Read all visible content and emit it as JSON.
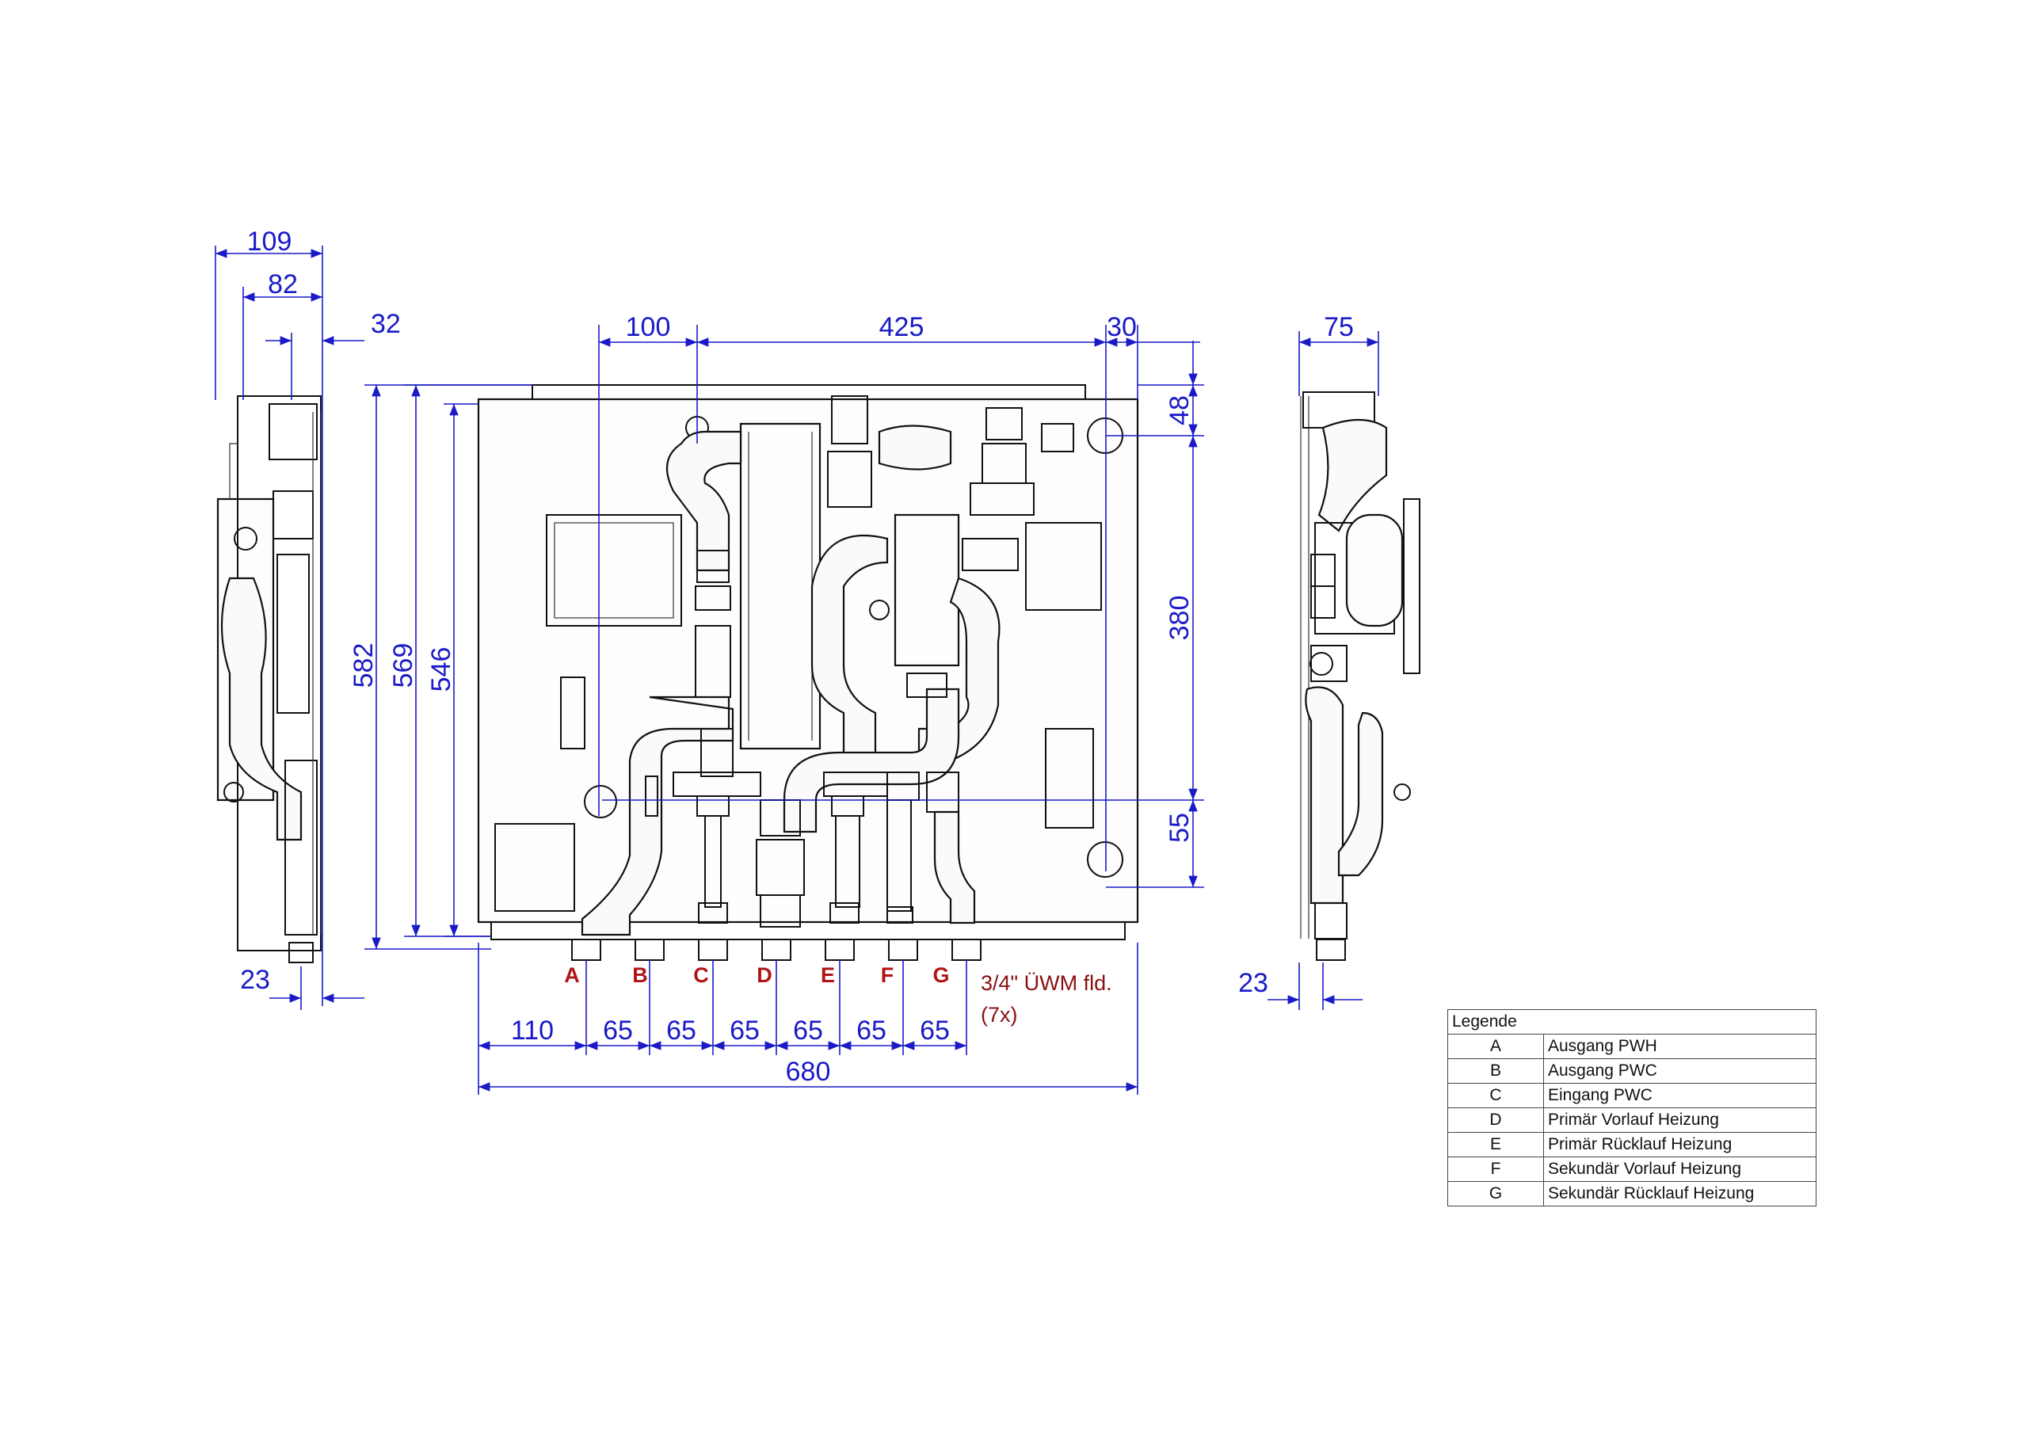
{
  "dimensions": {
    "left_view": {
      "width_total": "109",
      "width_inner": "82",
      "offset_right": "32",
      "bottom_offset": "23"
    },
    "front_view": {
      "top": [
        "100",
        "425",
        "30"
      ],
      "heights": [
        "582",
        "569",
        "546"
      ],
      "right": [
        "48",
        "380",
        "55"
      ],
      "bottom_chain": [
        "110",
        "65",
        "65",
        "65",
        "65",
        "65",
        "65"
      ],
      "bottom_total": "680"
    },
    "right_view": {
      "width": "75",
      "bottom_offset": "23"
    }
  },
  "connections": [
    "A",
    "B",
    "C",
    "D",
    "E",
    "F",
    "G"
  ],
  "connection_note": {
    "line1": "3/4\" ÜWM fld.",
    "line2": "(7x)"
  },
  "legend": {
    "title": "Legende",
    "rows": [
      {
        "key": "A",
        "label": "Ausgang PWH"
      },
      {
        "key": "B",
        "label": "Ausgang PWC"
      },
      {
        "key": "C",
        "label": "Eingang PWC"
      },
      {
        "key": "D",
        "label": "Primär Vorlauf Heizung"
      },
      {
        "key": "E",
        "label": "Primär Rücklauf Heizung"
      },
      {
        "key": "F",
        "label": "Sekundär Vorlauf Heizung"
      },
      {
        "key": "G",
        "label": "Sekundär Rücklauf Heizung"
      }
    ]
  },
  "colors": {
    "dimension": "#1a1ac8",
    "connection_label": "#b01515",
    "note": "#8b1010",
    "drawing": "#111111"
  }
}
